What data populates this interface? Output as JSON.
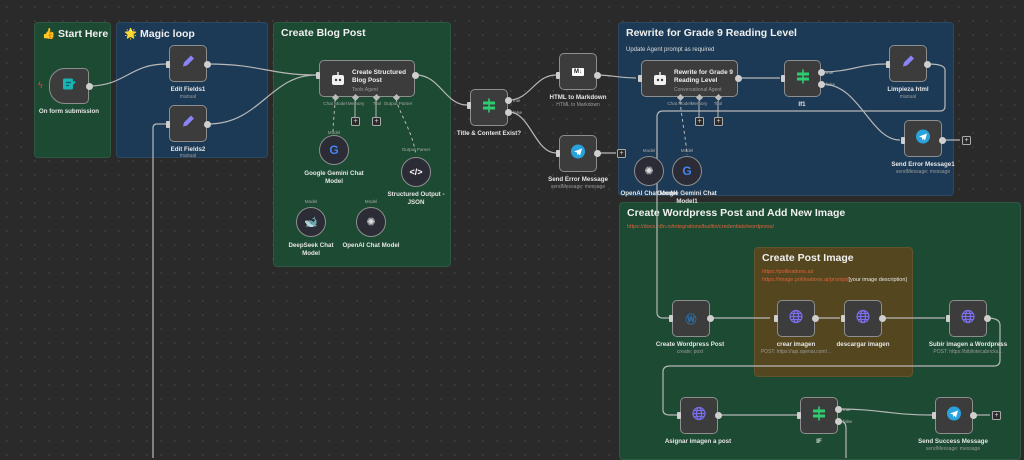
{
  "stickies": {
    "start": {
      "title": "👍 Start Here"
    },
    "magic": {
      "title": "🌟 Magic loop"
    },
    "blog": {
      "title": "Create Blog Post"
    },
    "rewrite": {
      "title": "Rewrite for Grade 9 Reading Level",
      "subtitle": "Update Agent prompt as required"
    },
    "wordpress": {
      "title": "Create Wordpress Post and Add New Image",
      "link": "https://docs.n8n.io/integrations/builtin/credentials/wordpress/"
    },
    "post_image": {
      "title": "Create Post Image",
      "link1": "https://pollinations.ai/",
      "link2": "https://image.pollinations.ai/prompt/",
      "text": "[your image description]"
    }
  },
  "nodes": {
    "form": {
      "label": "On form submission"
    },
    "edit1": {
      "label": "Edit Fields1",
      "sub": "manual"
    },
    "edit2": {
      "label": "Edit Fields2",
      "sub": "manual"
    },
    "blog_agent": {
      "title": "Create Structured Blog Post",
      "sub": "Tools Agent",
      "ports": [
        "Chat Model",
        "Memory",
        "Tool",
        "Output Parser"
      ]
    },
    "gemini": {
      "label": "Google Gemini Chat Model",
      "tag": "Model"
    },
    "structured": {
      "label": "Structured Output - JSON",
      "tag": "Output Parser"
    },
    "deepseek": {
      "label": "DeepSeek Chat Model",
      "tag": "Model"
    },
    "openai": {
      "label": "OpenAI Chat Model",
      "tag": "Model"
    },
    "title_if": {
      "label": "Title & Content Exist?",
      "true": "true",
      "false": "false"
    },
    "html_md": {
      "label": "HTML to Markdown",
      "sub": "HTML to Markdown"
    },
    "send_error": {
      "label": "Send Error Message",
      "sub": "sendMessage: message"
    },
    "rewrite_agent": {
      "title": "Rewrite for Grade 9 Reading Level",
      "sub": "Conversational Agent",
      "ports": [
        "Chat Model*",
        "Memory",
        "Tool"
      ]
    },
    "openai2": {
      "label": "OpenAI Chat Model",
      "tag": "Model"
    },
    "gemini2": {
      "label": "Google Gemini Chat Model1",
      "tag": "Model"
    },
    "if1": {
      "label": "If1",
      "true": "true",
      "false": "false"
    },
    "limpieza": {
      "label": "Limpieza html",
      "sub": "manual"
    },
    "send_error1": {
      "label": "Send Error Message1",
      "sub": "sendMessage: message"
    },
    "wp_post": {
      "label": "Create Wordpress Post",
      "sub": "create: post"
    },
    "crear": {
      "label": "crear imagen",
      "sub": "POST: https://api.openai.com/..."
    },
    "descargar": {
      "label": "descargar imagen"
    },
    "subir": {
      "label": "Subir imagen a Wordpress",
      "sub": "POST: https://bibliotecabricks..."
    },
    "asignar": {
      "label": "Asignar imagen a post"
    },
    "if": {
      "label": "IF",
      "true": "true",
      "false": "false"
    },
    "send_success": {
      "label": "Send Success Message",
      "sub": "sendMessage: message"
    }
  },
  "colors": {
    "sticky_green": "#1d4a32",
    "sticky_blue": "#1c3a55",
    "sticky_brown": "#54461e",
    "link": "#e0633a",
    "if_green": "#2ecc71",
    "telegram": "#2aa3dd",
    "http_purple": "#7b6ff0",
    "edit_purple": "#8b84f7"
  }
}
